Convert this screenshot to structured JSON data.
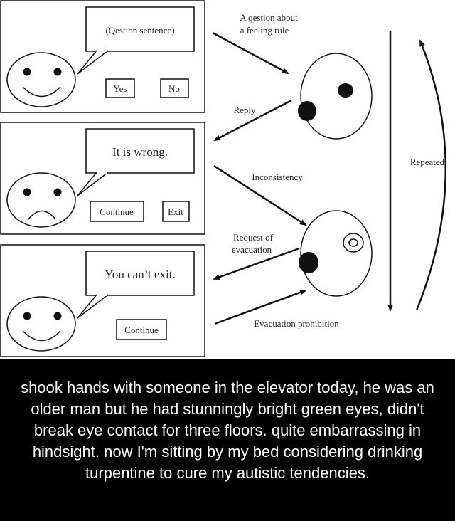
{
  "panels": [
    {
      "speech": "(Qestion sentence)",
      "buttons": [
        "Yes",
        "No"
      ],
      "face": "smile"
    },
    {
      "speech": "It is wrong.",
      "buttons": [
        "Continue",
        "Exit"
      ],
      "face": "frown"
    },
    {
      "speech": "You can’t exit.",
      "buttons": [
        "Continue"
      ],
      "face": "smile"
    }
  ],
  "flow_labels": {
    "question_line1": "A qestion about",
    "question_line2": "a feeling rule",
    "reply": "Reply",
    "inconsistency": "Inconsistency",
    "request_line1": "Request of",
    "request_line2": "evacuation",
    "evacuation_prohibition": "Evacuation prohibition",
    "repeated": "Repeated"
  },
  "caption": "shook hands with someone in the elevator today, he was an older man but he had stunningly bright green eyes, didn't break eye contact for three floors. quite embarrassing in hindsight. now I'm sitting by my bed considering drinking turpentine to cure my autistic tendencies."
}
